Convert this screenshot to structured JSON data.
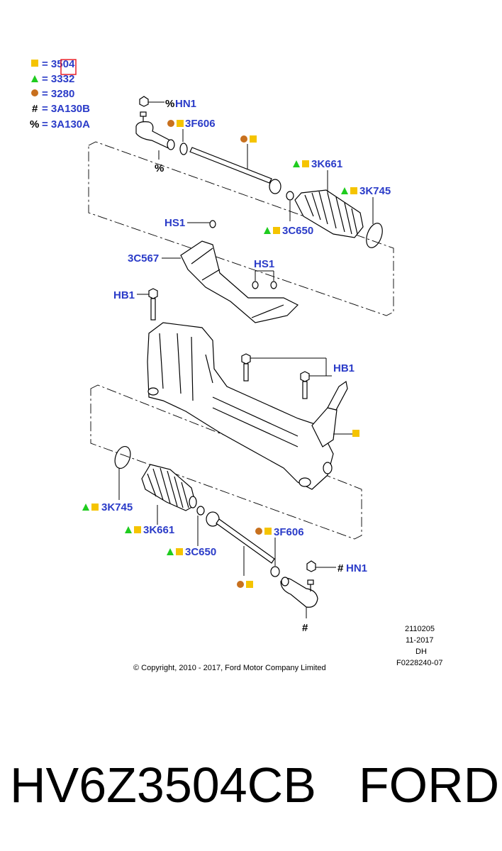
{
  "legend": [
    {
      "symbol": "square",
      "color": "#f5c400",
      "text": "= 3504"
    },
    {
      "symbol": "triangle",
      "color": "#1fcc1f",
      "text": "= 3332"
    },
    {
      "symbol": "circle",
      "color": "#c8701e",
      "text": "= 3280"
    },
    {
      "symbol": "#",
      "color": "#000000",
      "text": "= 3A130B"
    },
    {
      "symbol": "%",
      "color": "#000000",
      "text": "= 3A130A"
    }
  ],
  "labels": {
    "hn1_top": "HN1",
    "hn1_top_prefix": "%",
    "pct_under": "%",
    "f3f606_top": "3F606",
    "k3k661_top": "3K661",
    "k3k745_top": "3K745",
    "c3c650_top": "3C650",
    "hs1_a": "HS1",
    "c3c567": "3C567",
    "hs1_b": "HS1",
    "hb1_a": "HB1",
    "hb1_b": "HB1",
    "k3k745_bot": "3K745",
    "k3k661_bot": "3K661",
    "c3c650_bot": "3C650",
    "f3f606_bot": "3F606",
    "hn1_bot_prefix": "#",
    "hn1_bot": "HN1",
    "hash_under": "#"
  },
  "info": {
    "line1": "2110205",
    "line2": "11-2017",
    "line3": "DH",
    "line4": "F0228240-07",
    "copyright": "© Copyright, 2010 - 2017, Ford Motor Company Limited"
  },
  "caption": {
    "part_number": "HV6Z3504CB",
    "brand": "FORD"
  },
  "colors": {
    "label_blue": "#2a3bc8",
    "square_yellow": "#f5c400",
    "triangle_green": "#1fcc1f",
    "circle_brown": "#c8701e",
    "highlight_red": "#e8202a"
  }
}
